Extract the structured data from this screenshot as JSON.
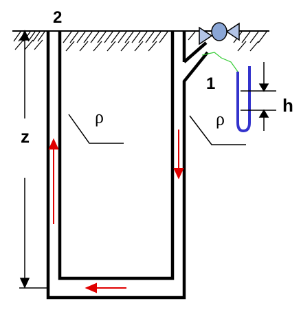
{
  "labels": {
    "point_top": "2",
    "point_side": "1",
    "depth": "z",
    "height_diff": "h",
    "density_left": "ρ",
    "density_right": "ρ"
  },
  "colors": {
    "wall": "#000000",
    "flow_arrow": "#e00000",
    "manometer": "#3333cc",
    "connector": "#33cc33",
    "valve": "#8aa6d6"
  }
}
